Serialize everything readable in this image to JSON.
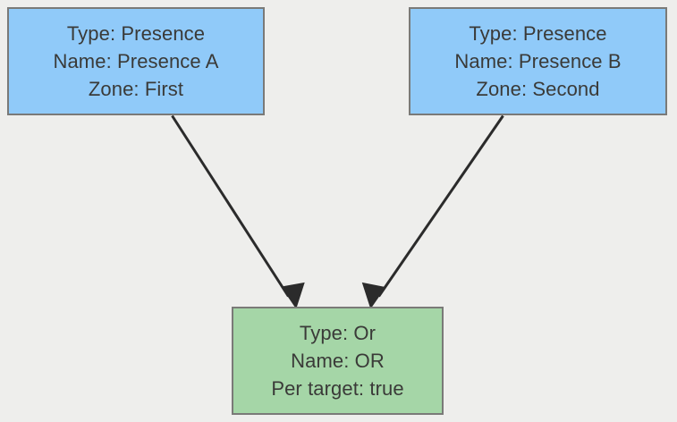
{
  "diagram": {
    "type": "flow-diagram",
    "background_color": "#eeeeec",
    "nodes": [
      {
        "id": "presence-a",
        "shape": "rectangle",
        "fill_color": "#90caf9",
        "border_color": "#7a7a78",
        "text_color": "#3a3a38",
        "lines": [
          "Type: Presence",
          "Name: Presence A",
          "Zone: First"
        ],
        "fields": {
          "type": "Presence",
          "name": "Presence A",
          "zone": "First"
        }
      },
      {
        "id": "presence-b",
        "shape": "rectangle",
        "fill_color": "#90caf9",
        "border_color": "#7a7a78",
        "text_color": "#3a3a38",
        "lines": [
          "Type: Presence",
          "Name: Presence B",
          "Zone: Second"
        ],
        "fields": {
          "type": "Presence",
          "name": "Presence B",
          "zone": "Second"
        }
      },
      {
        "id": "or-operator",
        "shape": "rectangle",
        "fill_color": "#a5d6a7",
        "border_color": "#7a7a78",
        "text_color": "#3a3a38",
        "lines": [
          "Type: Or",
          "Name: OR",
          "Per target: true"
        ],
        "fields": {
          "type": "Or",
          "name": "OR",
          "per_target": "true"
        }
      }
    ],
    "edges": [
      {
        "id": "edge-presence-a-to-or",
        "from": "presence-a",
        "to": "or-operator",
        "color": "#2b2b2b",
        "arrowhead": "filled-triangle"
      },
      {
        "id": "edge-presence-b-to-or",
        "from": "presence-b",
        "to": "or-operator",
        "color": "#2b2b2b",
        "arrowhead": "filled-triangle"
      }
    ]
  }
}
